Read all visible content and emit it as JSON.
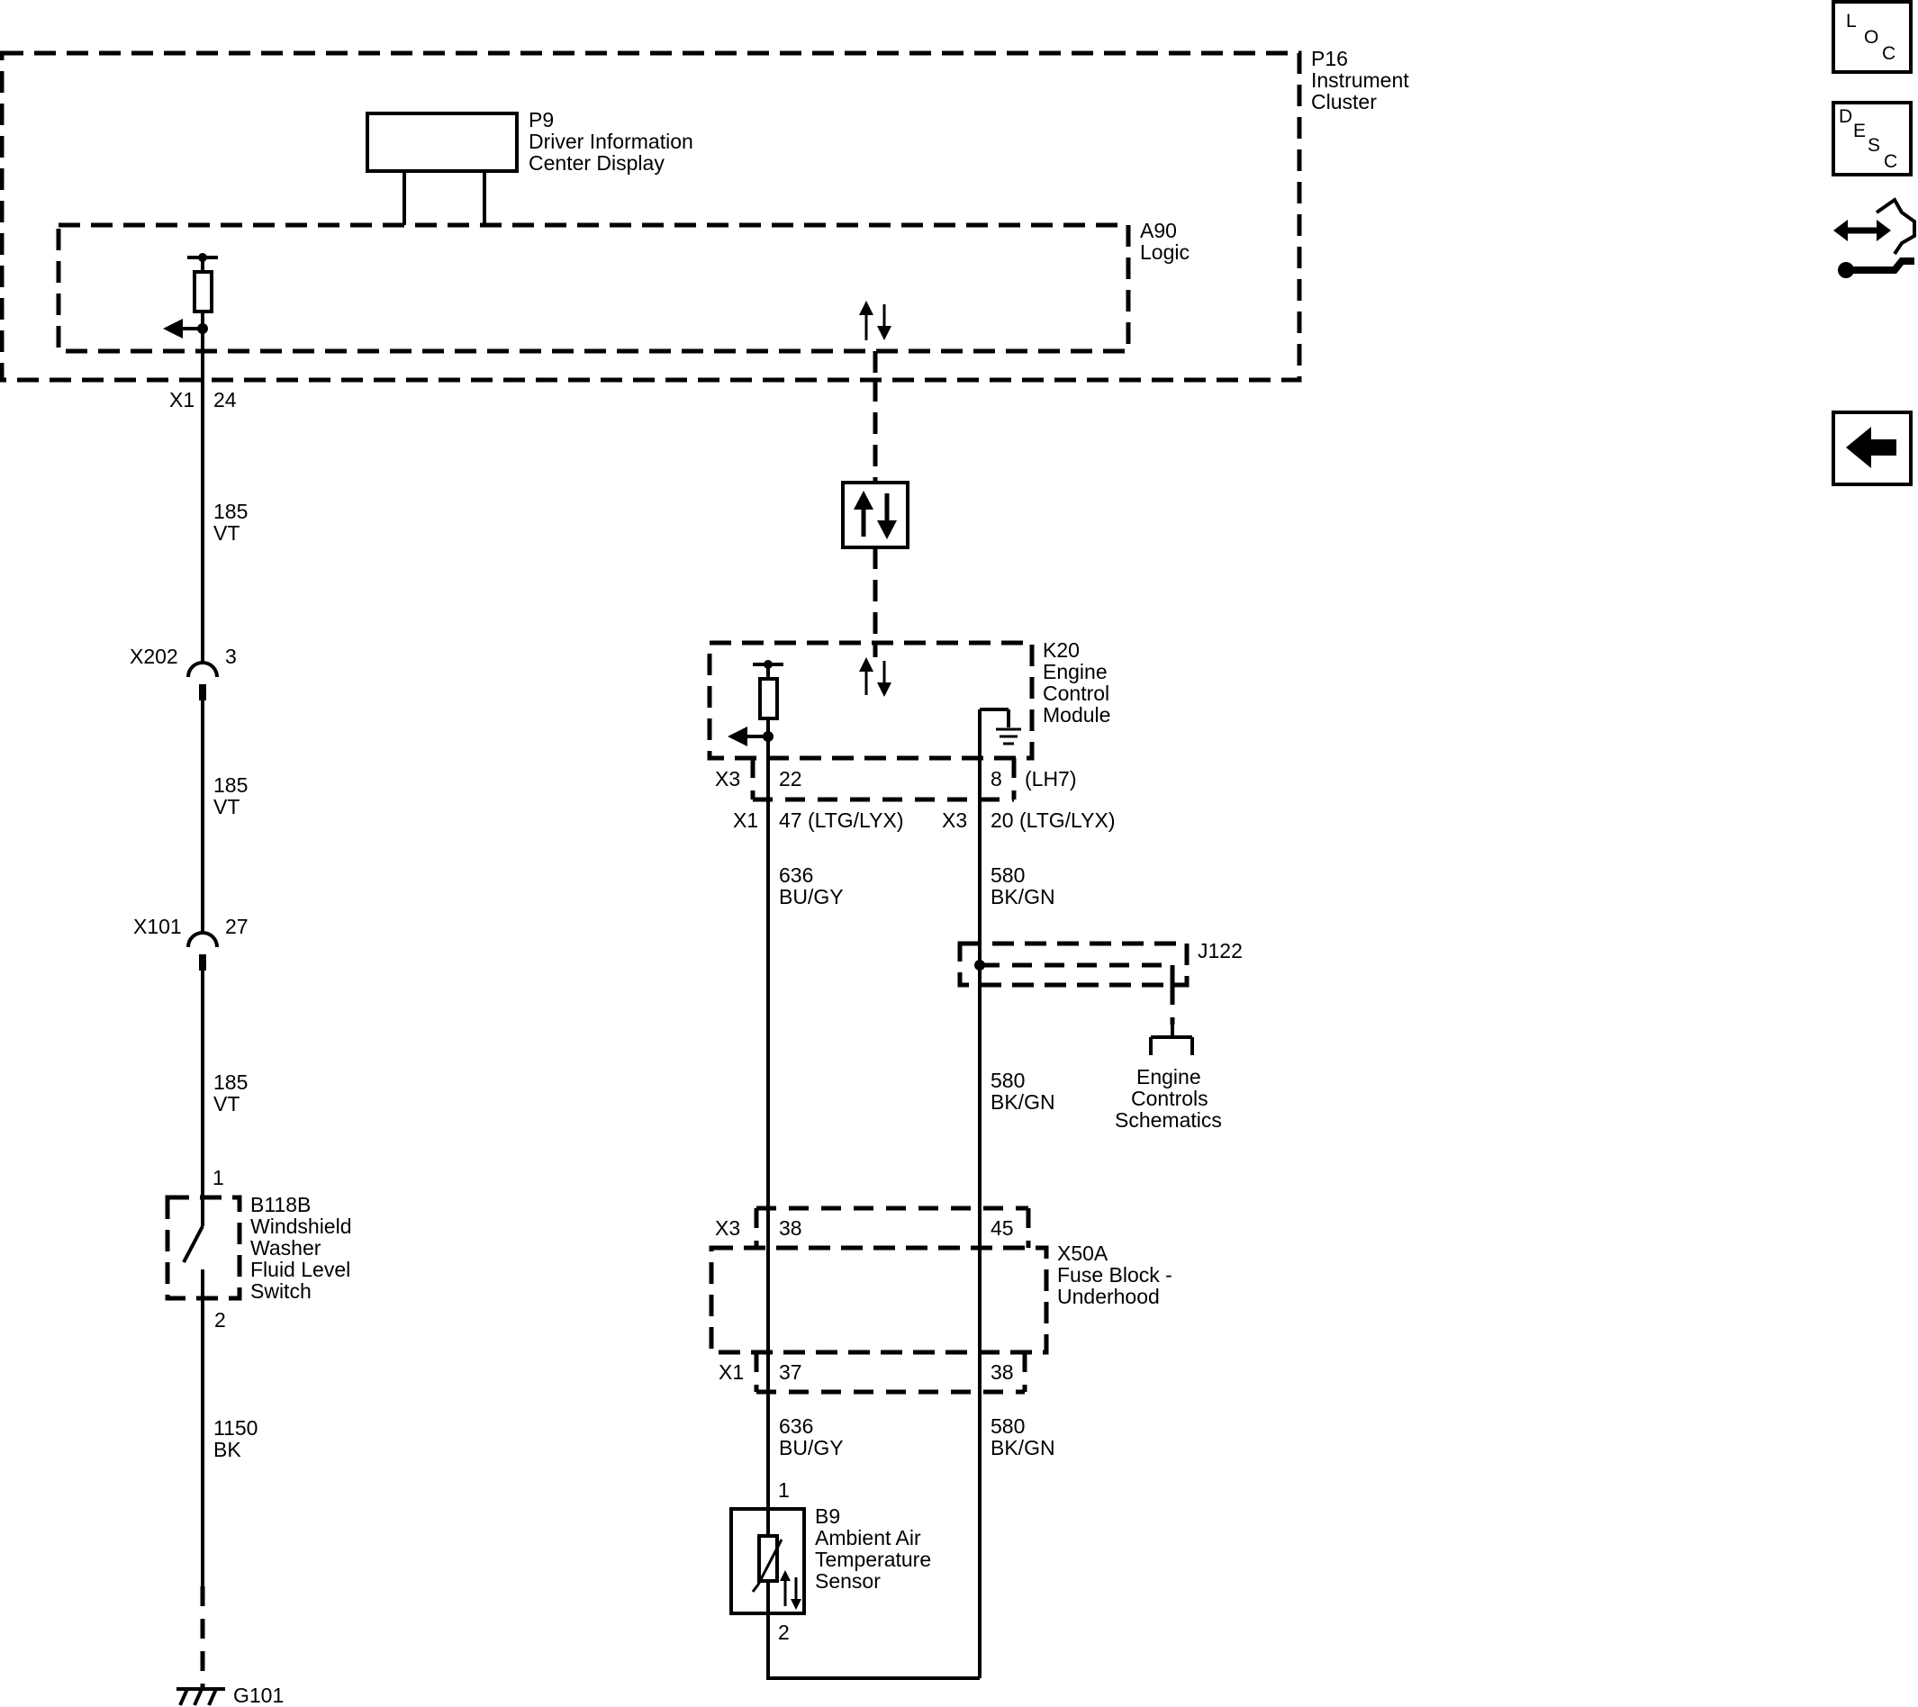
{
  "components": {
    "p16": {
      "id": "P16",
      "lines": [
        "Instrument",
        "Cluster"
      ]
    },
    "p9": {
      "id": "P9",
      "lines": [
        "Driver Information",
        "Center Display"
      ]
    },
    "a90": {
      "id": "A90",
      "lines": [
        "Logic"
      ]
    },
    "k20": {
      "id": "K20",
      "lines": [
        "Engine",
        "Control",
        "Module"
      ]
    },
    "j122": {
      "id": "J122"
    },
    "engine_controls": {
      "lines": [
        "Engine",
        "Controls",
        "Schematics"
      ]
    },
    "x50a": {
      "id": "X50A",
      "lines": [
        "Fuse Block -",
        "Underhood"
      ]
    },
    "b118b": {
      "id": "B118B",
      "lines": [
        "Windshield",
        "Washer",
        "Fluid Level",
        "Switch"
      ]
    },
    "b9": {
      "id": "B9",
      "lines": [
        "Ambient Air",
        "Temperature",
        "Sensor"
      ]
    },
    "g101": {
      "id": "G101"
    }
  },
  "connectors": {
    "p16_x1": {
      "name": "X1",
      "pin": "24"
    },
    "x202": {
      "name": "X202",
      "pin": "3"
    },
    "x101": {
      "name": "X101",
      "pin": "27"
    },
    "b118b_pin1": "1",
    "b118b_pin2": "2",
    "k20_x3_left": {
      "name": "X3",
      "pin": "22"
    },
    "k20_x3_right": {
      "pin": "8",
      "note": "(LH7)"
    },
    "k20_x1_ltg": {
      "name": "X1",
      "pin": "47 (LTG/LYX)"
    },
    "k20_x3_ltg": {
      "name": "X3",
      "pin": "20 (LTG/LYX)"
    },
    "x50a_x3": {
      "name": "X3",
      "pin_left": "38",
      "pin_right": "45"
    },
    "x50a_x1": {
      "name": "X1",
      "pin_left": "37",
      "pin_right": "38"
    },
    "b9_pin1": "1",
    "b9_pin2": "2"
  },
  "wires": {
    "w185_a": {
      "circuit": "185",
      "color": "VT"
    },
    "w185_b": {
      "circuit": "185",
      "color": "VT"
    },
    "w185_c": {
      "circuit": "185",
      "color": "VT"
    },
    "w1150": {
      "circuit": "1150",
      "color": "BK"
    },
    "w636_a": {
      "circuit": "636",
      "color": "BU/GY"
    },
    "w580_a": {
      "circuit": "580",
      "color": "BK/GN"
    },
    "w580_b": {
      "circuit": "580",
      "color": "BK/GN"
    },
    "w636_b": {
      "circuit": "636",
      "color": "BU/GY"
    },
    "w580_c": {
      "circuit": "580",
      "color": "BK/GN"
    }
  },
  "sidebar": {
    "loc": [
      "L",
      "O",
      "C"
    ],
    "desc": [
      "D",
      "E",
      "S",
      "C"
    ],
    "connector_icon": "connector-view-icon",
    "back_icon": "back-arrow-icon"
  }
}
